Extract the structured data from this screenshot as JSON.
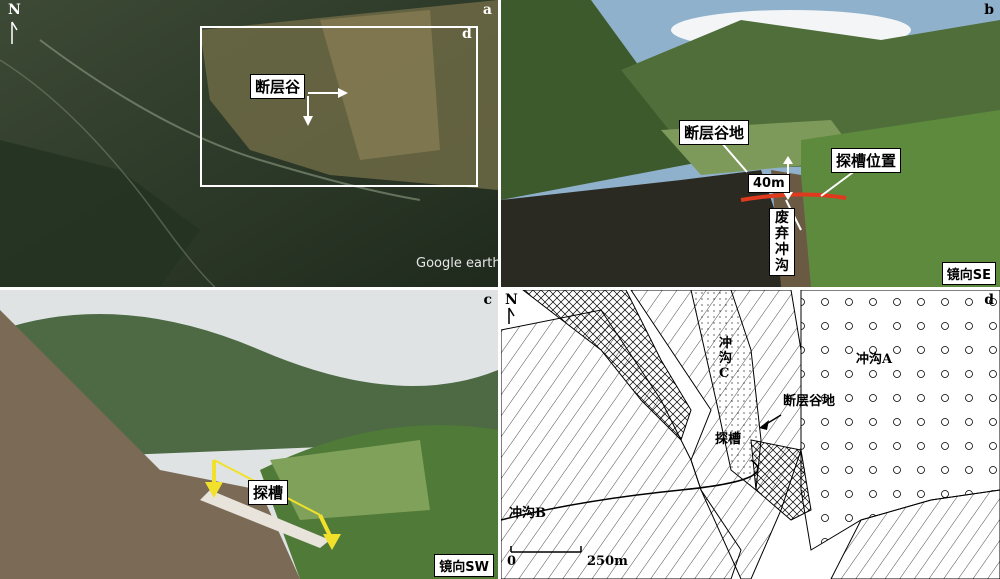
{
  "panel_a": {
    "letter": "a",
    "north": "N",
    "inset_letter": "d",
    "label": "断层谷",
    "watermark": "Google earth"
  },
  "panel_b": {
    "letter": "b",
    "label_valley": "断层谷地",
    "label_trench": "探槽位置",
    "height": "40m",
    "gully": "废弃冲沟",
    "view": "镜向SE"
  },
  "panel_c": {
    "letter": "c",
    "label": "探槽",
    "view": "镜向SW"
  },
  "panel_d": {
    "letter": "d",
    "north": "N",
    "gully_a": "冲沟A",
    "gully_b": "冲沟B",
    "gully_c": "冲沟C",
    "valley": "断层谷地",
    "trench": "探槽",
    "scale_zero": "0",
    "scale_end": "250m"
  },
  "colors": {
    "arrow_yellow": "#f2e12b",
    "trench_red": "#e03a1e"
  }
}
